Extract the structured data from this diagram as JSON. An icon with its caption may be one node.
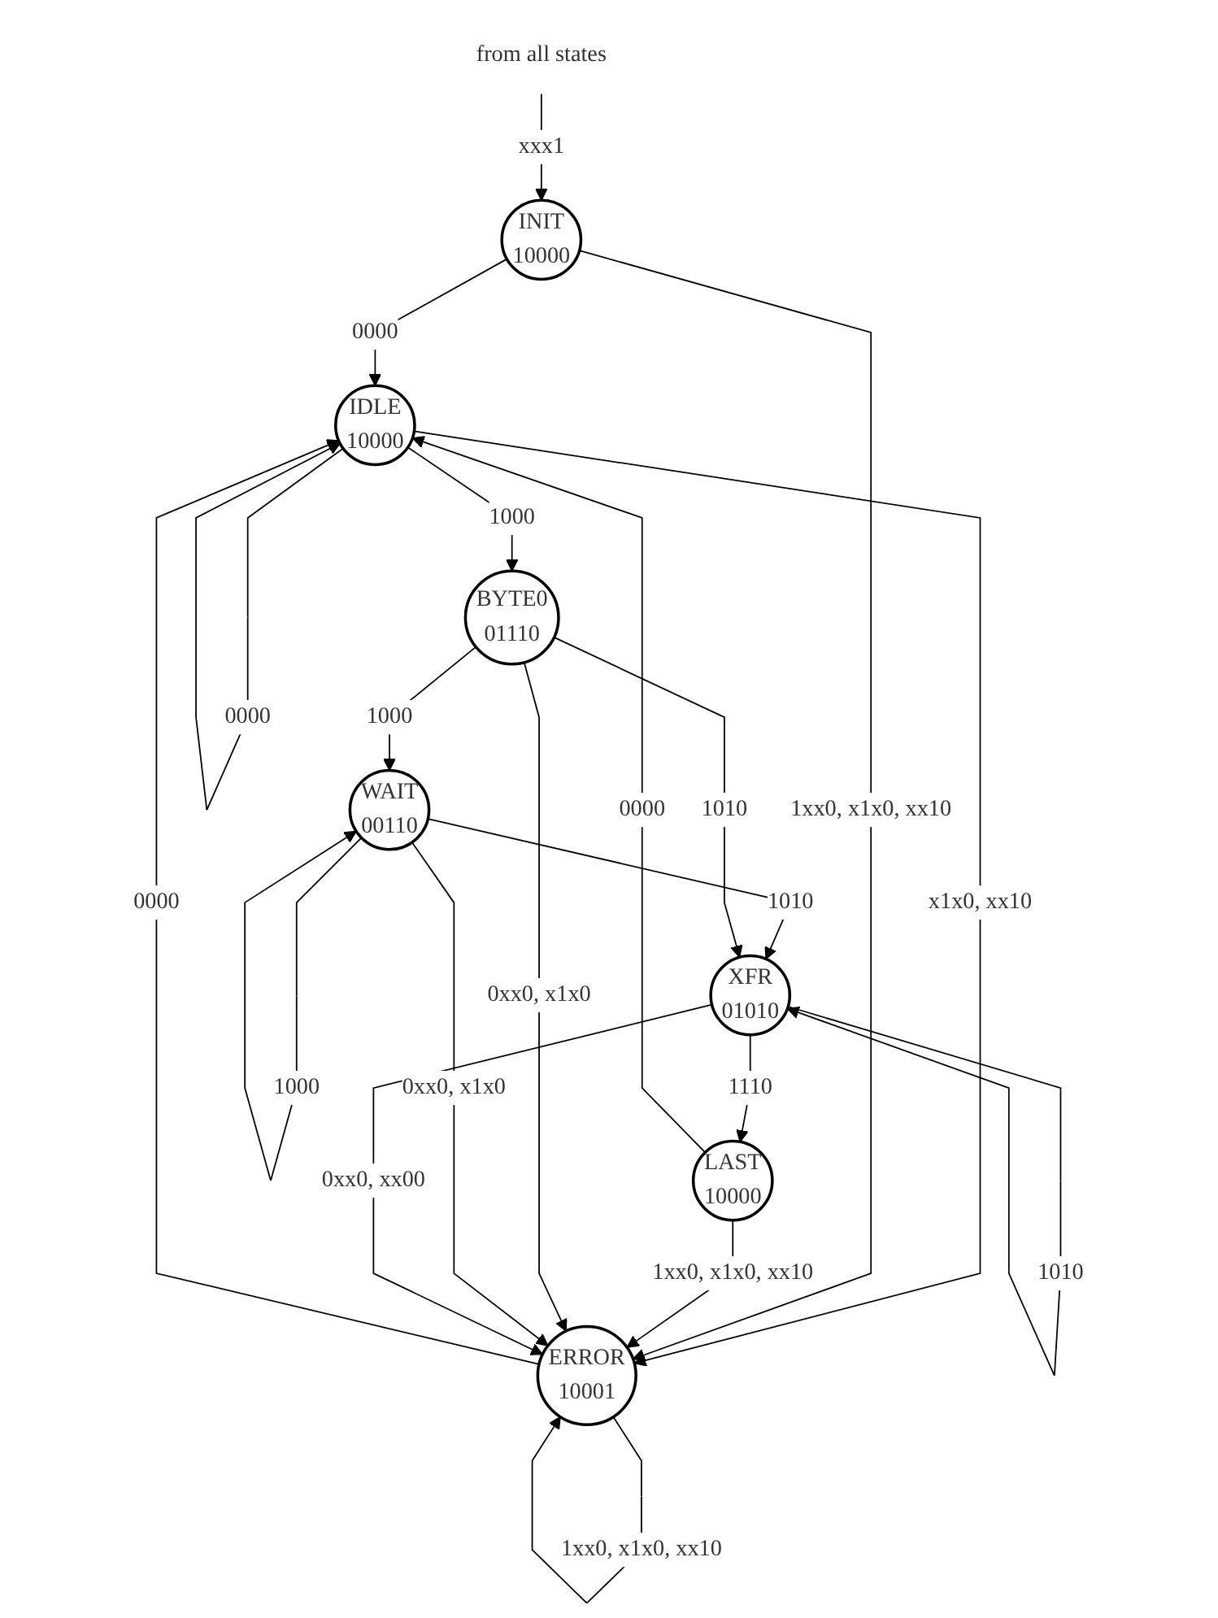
{
  "diagram": {
    "nodes": [
      {
        "text": [
          "IDLE",
          "10000"
        ]
      },
      {
        "text": [
          "LAST",
          "10000"
        ]
      },
      {
        "text": [
          "from all states"
        ]
      },
      {
        "text": [
          "INIT",
          "10000"
        ]
      },
      {
        "text": [
          "ERROR",
          "10001"
        ]
      },
      {
        "text": [
          "WAIT",
          "00110"
        ]
      },
      {
        "text": [
          "BYTE0",
          "01110"
        ]
      },
      {
        "text": [
          "XFR",
          "01010"
        ]
      }
    ],
    "edges": [
      {
        "from": 0,
        "to": 0,
        "arrow": "to",
        "label": "0000"
      },
      {
        "from": 1,
        "to": 0,
        "arrow": "to",
        "label": "0000"
      },
      {
        "from": 2,
        "to": 3,
        "arrow": "to",
        "label": "xxx1"
      },
      {
        "from": 3,
        "to": 0,
        "arrow": "to",
        "label": "0000"
      },
      {
        "from": 0,
        "to": 4,
        "arrow": "to",
        "label": "x1x0, xx10"
      },
      {
        "from": 4,
        "to": 0,
        "arrow": "to",
        "label": "0000"
      },
      {
        "from": 3,
        "to": 4,
        "arrow": "to",
        "label": "1xx0, x1x0, xx10"
      },
      {
        "from": 1,
        "to": 4,
        "arrow": "to",
        "label": "1xx0, x1x0, xx10"
      },
      {
        "from": 4,
        "to": 4,
        "arrow": "to",
        "label": "1xx0, x1x0, xx10"
      },
      {
        "from": 0,
        "to": 6,
        "arrow": "to",
        "label": "1000"
      },
      {
        "from": 7,
        "to": 1,
        "arrow": "to",
        "label": "1110"
      },
      {
        "from": 6,
        "to": 4,
        "arrow": "to",
        "label": "0xx0, x1x0"
      },
      {
        "from": 5,
        "to": 4,
        "arrow": "to",
        "label": "0xx0, x1x0"
      },
      {
        "from": 7,
        "to": 4,
        "arrow": "to",
        "label": "0xx0, xx00"
      },
      {
        "from": 6,
        "to": 5,
        "arrow": "to",
        "label": "1000"
      },
      {
        "from": 5,
        "to": 5,
        "arrow": "to",
        "label": "1000"
      },
      {
        "from": 5,
        "to": 7,
        "arrow": "to",
        "label": "1010"
      },
      {
        "from": 6,
        "to": 7,
        "arrow": "to",
        "label": "1010"
      },
      {
        "from": 7,
        "to": 7,
        "arrow": "to",
        "label": "1010"
      }
    ]
  }
}
